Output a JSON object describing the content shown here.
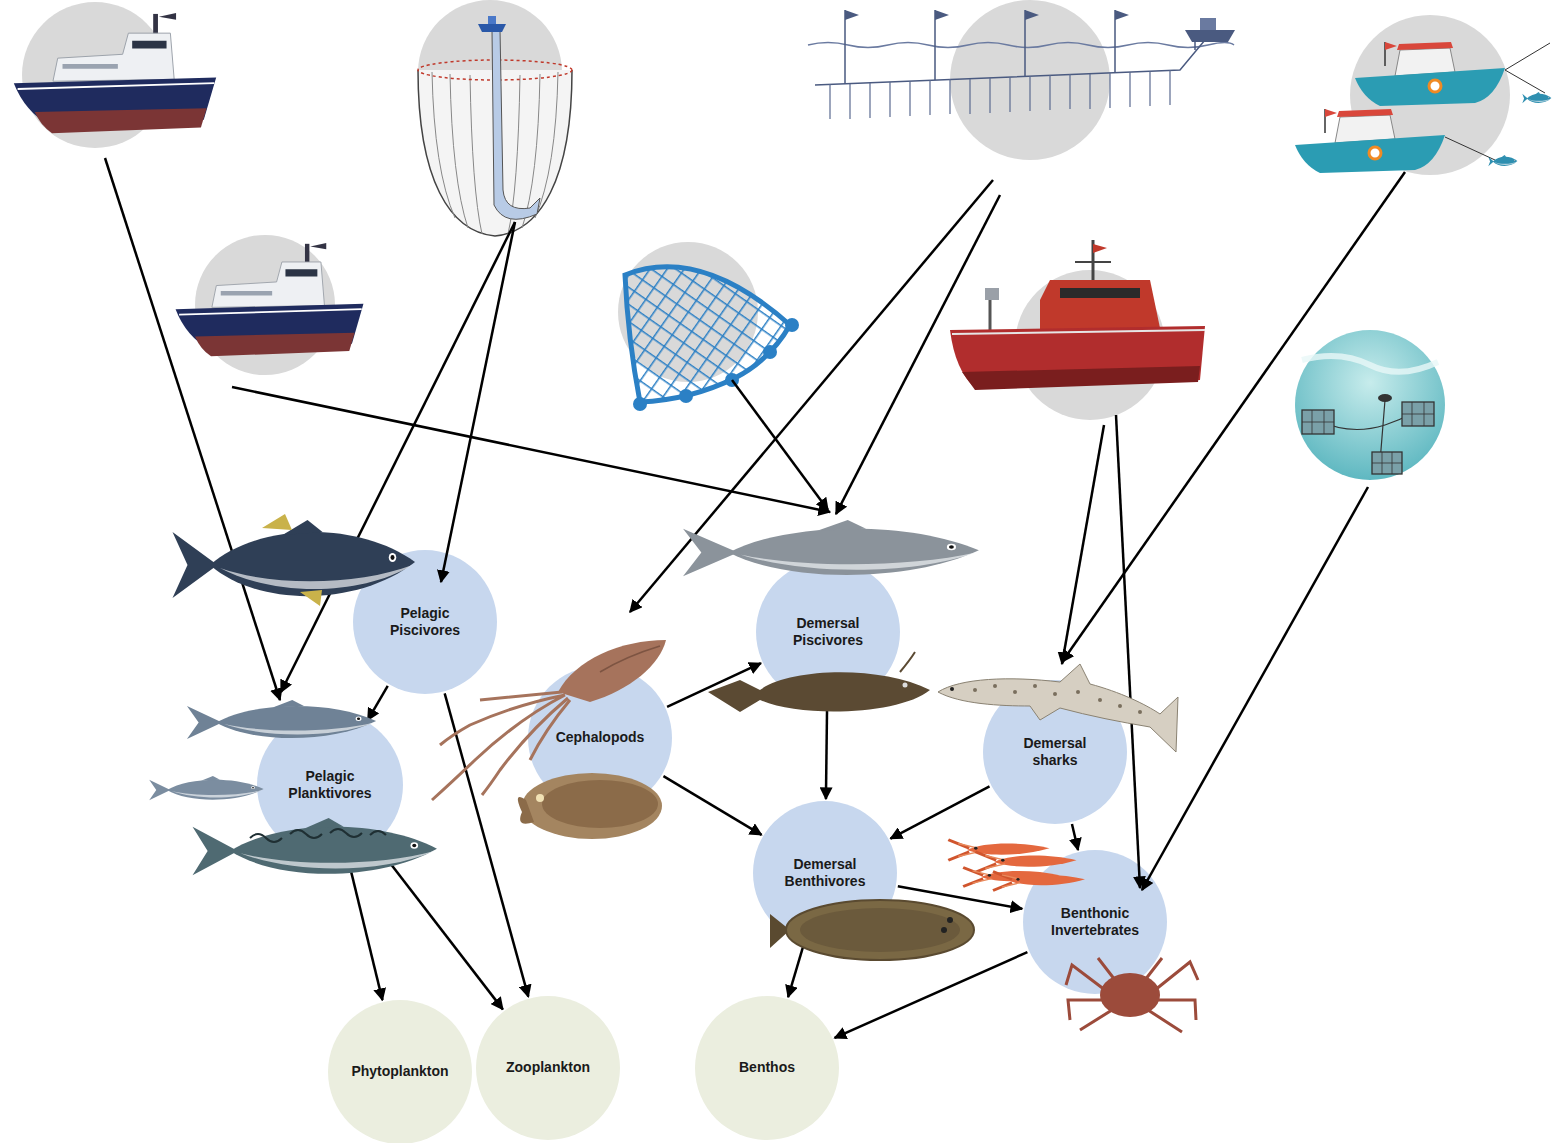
{
  "diagram": {
    "nodes": [
      {
        "text": [
          "Pelagic Piscivores"
        ]
      },
      {
        "text": [
          "Demersal Piscivores"
        ]
      },
      {
        "text": [
          "Cephalopods"
        ]
      },
      {
        "text": [
          "Demersal sharks"
        ]
      },
      {
        "text": [
          "Pelagic Planktivores"
        ]
      },
      {
        "text": [
          "Demersal Benthivores"
        ]
      },
      {
        "text": [
          "Benthonic Invertebrates"
        ]
      },
      {
        "text": [
          "Phytoplankton"
        ]
      },
      {
        "text": [
          "Zooplankton"
        ]
      },
      {
        "text": [
          "Benthos"
        ]
      }
    ],
    "edges": [
      {
        "from": 0,
        "to": 4,
        "arrow": "to"
      },
      {
        "from": 0,
        "to": 8,
        "arrow": "to"
      },
      {
        "from": 4,
        "to": 7,
        "arrow": "to"
      },
      {
        "from": 4,
        "to": 8,
        "arrow": "to"
      },
      {
        "from": 2,
        "to": 1,
        "arrow": "to"
      },
      {
        "from": 2,
        "to": 5,
        "arrow": "to"
      },
      {
        "from": 1,
        "to": 5,
        "arrow": "to"
      },
      {
        "from": 3,
        "to": 5,
        "arrow": "to"
      },
      {
        "from": 3,
        "to": 6,
        "arrow": "to"
      },
      {
        "from": 5,
        "to": 6,
        "arrow": "to"
      },
      {
        "from": 5,
        "to": 9,
        "arrow": "to"
      },
      {
        "from": 6,
        "to": 9,
        "arrow": "to"
      }
    ]
  }
}
